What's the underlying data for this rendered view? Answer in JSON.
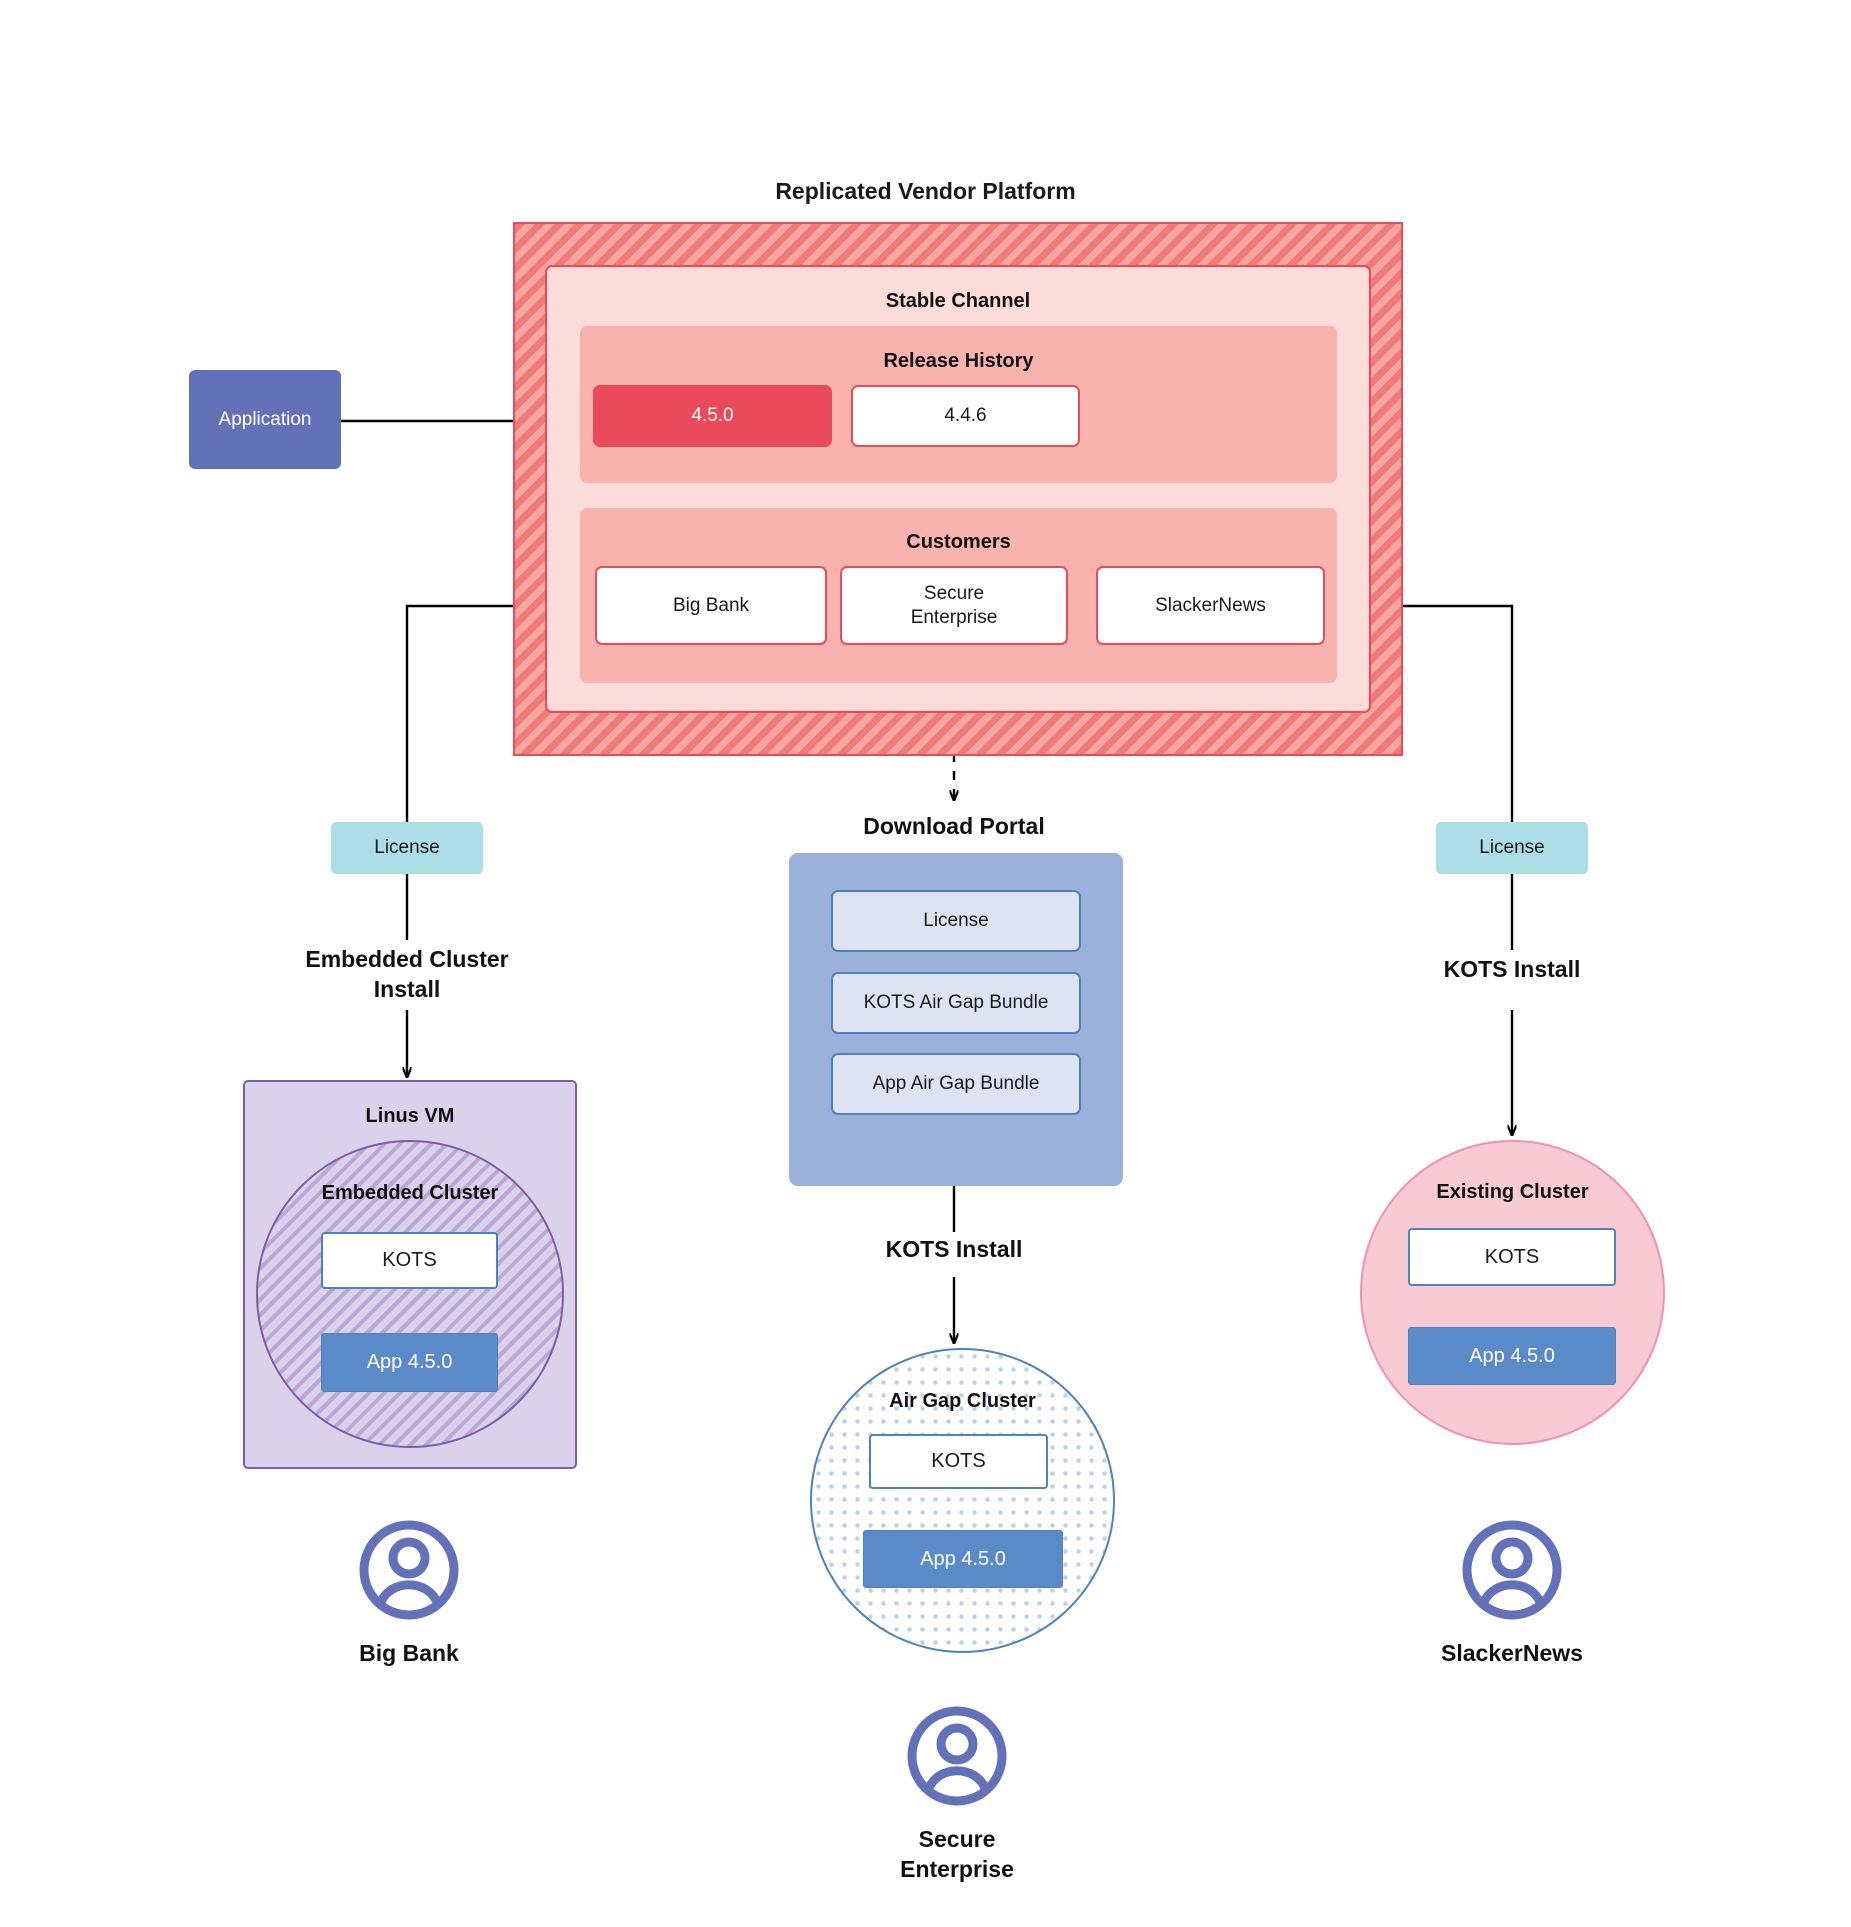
{
  "diagram": {
    "platform_title": "Replicated Vendor Platform",
    "stable_channel_label": "Stable Channel",
    "release_history_label": "Release History",
    "customers_label": "Customers",
    "releases": [
      {
        "version": "4.5.0",
        "state": "current"
      },
      {
        "version": "4.4.6",
        "state": "previous"
      }
    ],
    "customers": [
      {
        "name": "Big Bank"
      },
      {
        "name": "Secure\nEnterprise"
      },
      {
        "name": "SlackerNews"
      }
    ],
    "application": {
      "label": "Application"
    }
  },
  "download_portal": {
    "title": "Download  Portal",
    "items": [
      {
        "label": "License"
      },
      {
        "label": "KOTS Air Gap Bundle"
      },
      {
        "label": "App Air Gap Bundle"
      }
    ]
  },
  "left_flow": {
    "license_label": "License",
    "install_label_line1": "Embedded Cluster",
    "install_label_line2": "Install",
    "vm_label": "Linus VM",
    "cluster_label": "Embedded Cluster",
    "kots_label": "KOTS",
    "app_label": "App 4.5.0",
    "persona_label": "Big Bank"
  },
  "center_flow": {
    "install_label": "KOTS Install",
    "cluster_label": "Air Gap Cluster",
    "kots_label": "KOTS",
    "app_label": "App 4.5.0",
    "persona_label_line1": "Secure",
    "persona_label_line2": "Enterprise"
  },
  "right_flow": {
    "license_label": "License",
    "install_label": "KOTS Install",
    "cluster_label": "Existing Cluster",
    "kots_label": "KOTS",
    "app_label": "App 4.5.0",
    "persona_label": "SlackerNews"
  },
  "colors": {
    "platform_frame": "#ef7b78",
    "platform_border": "#ea4a5a",
    "channel_bg": "#fbdcd8",
    "panel_bg": "#f8b3ae",
    "release_current": "#ea4a5a",
    "application": "#6271b8",
    "license": "#addde6",
    "portal_panel": "#9bb1da",
    "portal_item": "#dde3f3",
    "vm_bg": "#d9d2ea",
    "vm_border": "#7a5fa8",
    "cluster_blue": "#4f81bd",
    "app_blue": "#5b8ac8",
    "existing_pink": "#f8cad4",
    "avatar": "#6271b8"
  }
}
